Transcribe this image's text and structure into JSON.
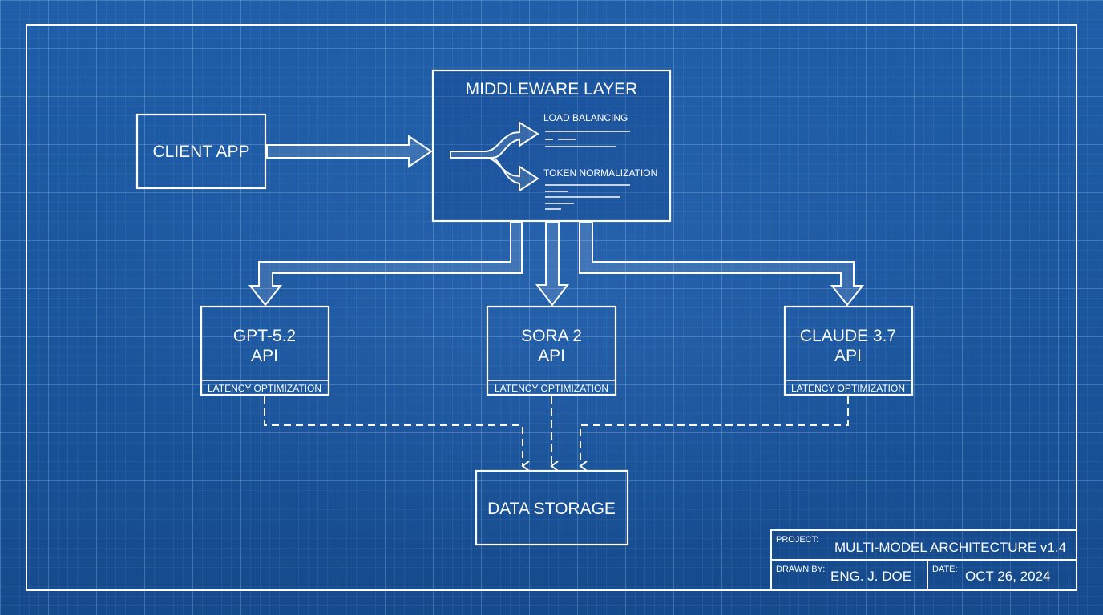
{
  "diagram": {
    "client": {
      "label": "CLIENT APP"
    },
    "middleware": {
      "title": "MIDDLEWARE LAYER",
      "features": [
        "LOAD BALANCING",
        "TOKEN NORMALIZATION"
      ]
    },
    "apis": [
      {
        "line1": "GPT-5.2",
        "line2": "API",
        "footer": "LATENCY OPTIMIZATION"
      },
      {
        "line1": "SORA 2",
        "line2": "API",
        "footer": "LATENCY OPTIMIZATION"
      },
      {
        "line1": "CLAUDE 3.7",
        "line2": "API",
        "footer": "LATENCY OPTIMIZATION"
      }
    ],
    "storage": {
      "label": "DATA STORAGE"
    }
  },
  "title_block": {
    "project_label": "PROJECT:",
    "project_value": "MULTI-MODEL ARCHITECTURE v1.4",
    "drawn_by_label": "DRAWN BY:",
    "drawn_by_value": "ENG. J. DOE",
    "date_label": "DATE:",
    "date_value": "OCT 26, 2024"
  },
  "colors": {
    "background": "#1c58a0",
    "grid_minor": "#5a8fd0",
    "grid_major": "#7fb0e8",
    "line": "#ffffff"
  }
}
